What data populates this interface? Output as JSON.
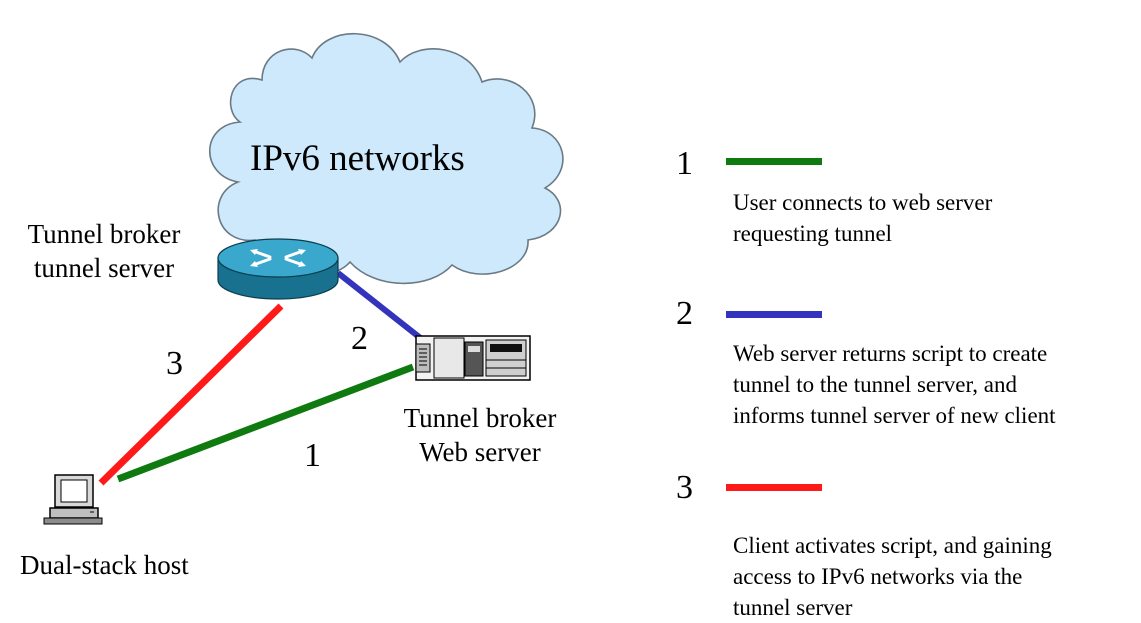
{
  "diagram": {
    "cloud_label": "IPv6 networks",
    "nodes": {
      "tunnel_server_label": "Tunnel broker\ntunnel server",
      "web_server_label": "Tunnel broker\nWeb server",
      "host_label": "Dual-stack host"
    },
    "link_numbers": {
      "server_to_web": "2",
      "server_to_host": "3",
      "host_to_web": "1"
    },
    "colors": {
      "step1": "#0f7a0f",
      "step2": "#3333bb",
      "step3": "#ff1a1a",
      "cloud_fill": "#cde9fb",
      "router": "#1f8fb3"
    }
  },
  "legend": [
    {
      "number": "1",
      "color": "#0f7a0f",
      "text": "User connects to web server\nrequesting tunnel"
    },
    {
      "number": "2",
      "color": "#3333bb",
      "text": "Web server returns script to create\ntunnel to the tunnel server, and\ninforms tunnel server of new client"
    },
    {
      "number": "3",
      "color": "#ff1a1a",
      "text": "Client activates script, and gaining\naccess to IPv6 networks via the\ntunnel server"
    }
  ]
}
